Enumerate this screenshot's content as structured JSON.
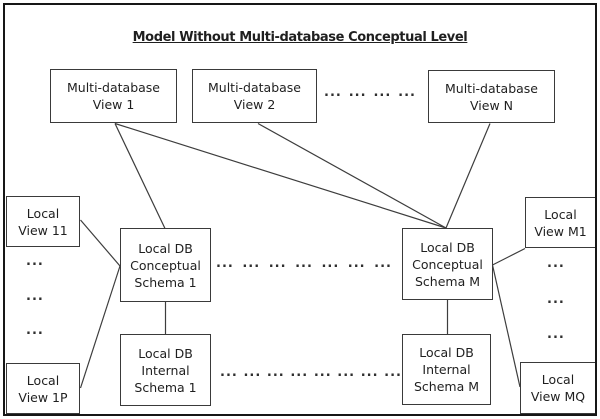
{
  "title": "Model Without Multi-database Conceptual Level",
  "ellipsis": "...",
  "boxes": {
    "mdb_view_1": {
      "line1": "Multi-database",
      "line2": "View 1"
    },
    "mdb_view_2": {
      "line1": "Multi-database",
      "line2": "View 2"
    },
    "mdb_view_n": {
      "line1": "Multi-database",
      "line2": "View N"
    },
    "local_view_11": {
      "line1": "Local",
      "line2": "View 11"
    },
    "local_view_1p": {
      "line1": "Local",
      "line2": "View 1P"
    },
    "local_view_m1": {
      "line1": "Local",
      "line2": "View M1"
    },
    "local_view_mq": {
      "line1": "Local",
      "line2": "View MQ"
    },
    "conceptual_schema_1": {
      "line1": "Local DB",
      "line2": "Conceptual",
      "line3": "Schema 1"
    },
    "conceptual_schema_m": {
      "line1": "Local DB",
      "line2": "Conceptual",
      "line3": "Schema M"
    },
    "internal_schema_1": {
      "line1": "Local DB",
      "line2": "Internal",
      "line3": "Schema 1"
    },
    "internal_schema_m": {
      "line1": "Local DB",
      "line2": "Internal",
      "line3": "Schema M"
    }
  },
  "edges": [
    {
      "from": "multi-database-view-1",
      "to": "local-db-conceptual-schema-1"
    },
    {
      "from": "multi-database-view-1",
      "to": "local-db-conceptual-schema-m"
    },
    {
      "from": "multi-database-view-2",
      "to": "local-db-conceptual-schema-m"
    },
    {
      "from": "multi-database-view-n",
      "to": "local-db-conceptual-schema-m"
    },
    {
      "from": "local-view-11",
      "to": "local-db-conceptual-schema-1"
    },
    {
      "from": "local-view-1p",
      "to": "local-db-conceptual-schema-1"
    },
    {
      "from": "local-view-m1",
      "to": "local-db-conceptual-schema-m"
    },
    {
      "from": "local-view-mq",
      "to": "local-db-conceptual-schema-m"
    },
    {
      "from": "local-db-conceptual-schema-1",
      "to": "local-db-internal-schema-1"
    },
    {
      "from": "local-db-conceptual-schema-m",
      "to": "local-db-internal-schema-m"
    }
  ],
  "colors": {
    "background": "#ffffff",
    "frame_border": "#161616",
    "box_border": "#3a3a3a",
    "line": "#3d3d3d",
    "text": "#1f1f1f"
  }
}
